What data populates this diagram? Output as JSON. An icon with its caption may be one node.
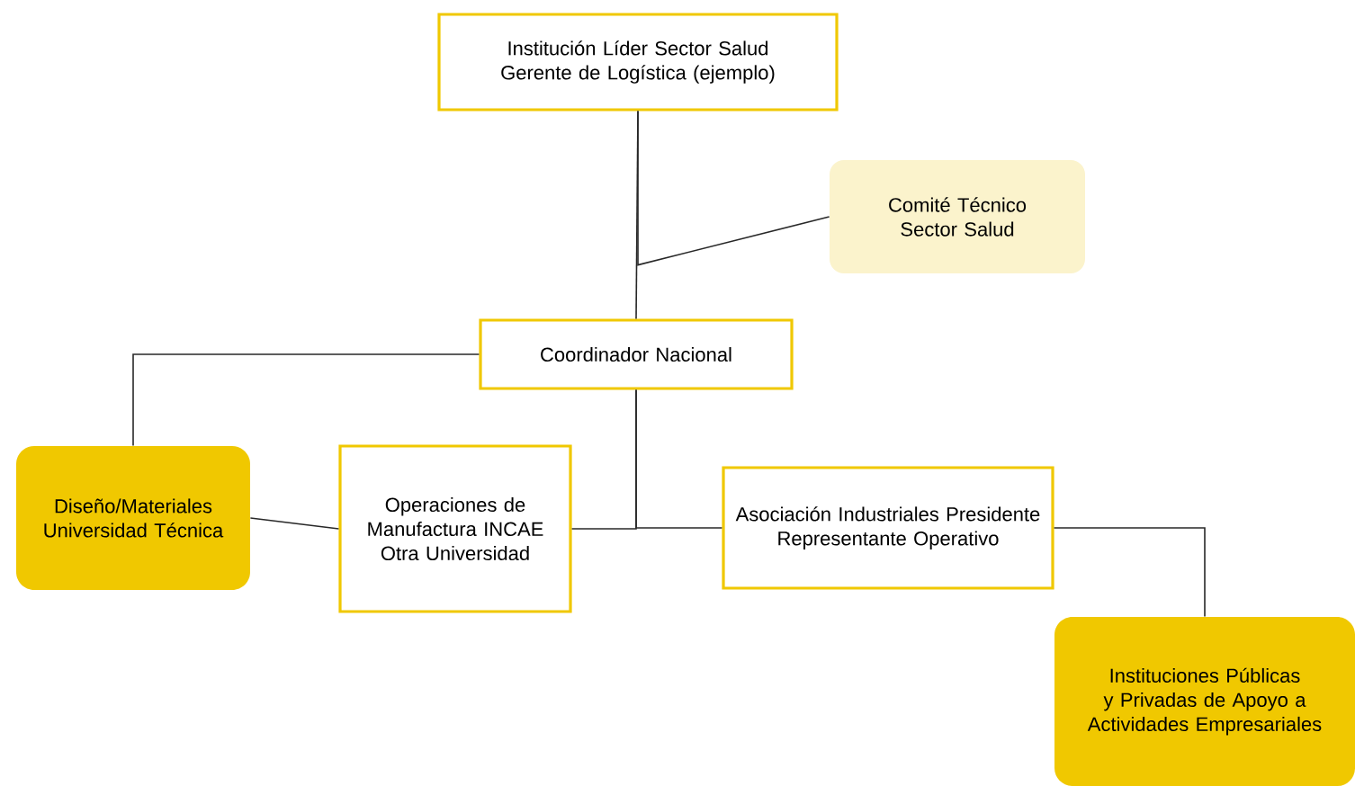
{
  "diagram": {
    "nodes": [
      {
        "text": [
          "Institución Líder Sector Salud",
          "Gerente de Logística (ejemplo)"
        ]
      },
      {
        "text": [
          "Comité Técnico Sector Salud"
        ]
      },
      {
        "text": [
          "Coordinador Nacional"
        ]
      },
      {
        "text": [
          "Diseño/Materiales Universidad Técnica"
        ]
      },
      {
        "text": [
          "Operaciones de Manufactura INCAE Otra Universidad"
        ]
      },
      {
        "text": [
          "Asociación Industriales Presidente Representante Operativo"
        ]
      },
      {
        "text": [
          "Instituciones Públicas y Privadas de Apoyo a Actividades Empresariales"
        ]
      }
    ],
    "edges": [
      {
        "from": 0,
        "to": 2,
        "arrow": "none"
      },
      {
        "from": 0,
        "to": 1,
        "arrow": "none"
      },
      {
        "from": 2,
        "to": 3,
        "arrow": "none"
      },
      {
        "from": 2,
        "to": 4,
        "arrow": "none"
      },
      {
        "from": 2,
        "to": 5,
        "arrow": "none"
      },
      {
        "from": 3,
        "to": 4,
        "arrow": "none"
      },
      {
        "from": 5,
        "to": 6,
        "arrow": "none"
      }
    ]
  }
}
